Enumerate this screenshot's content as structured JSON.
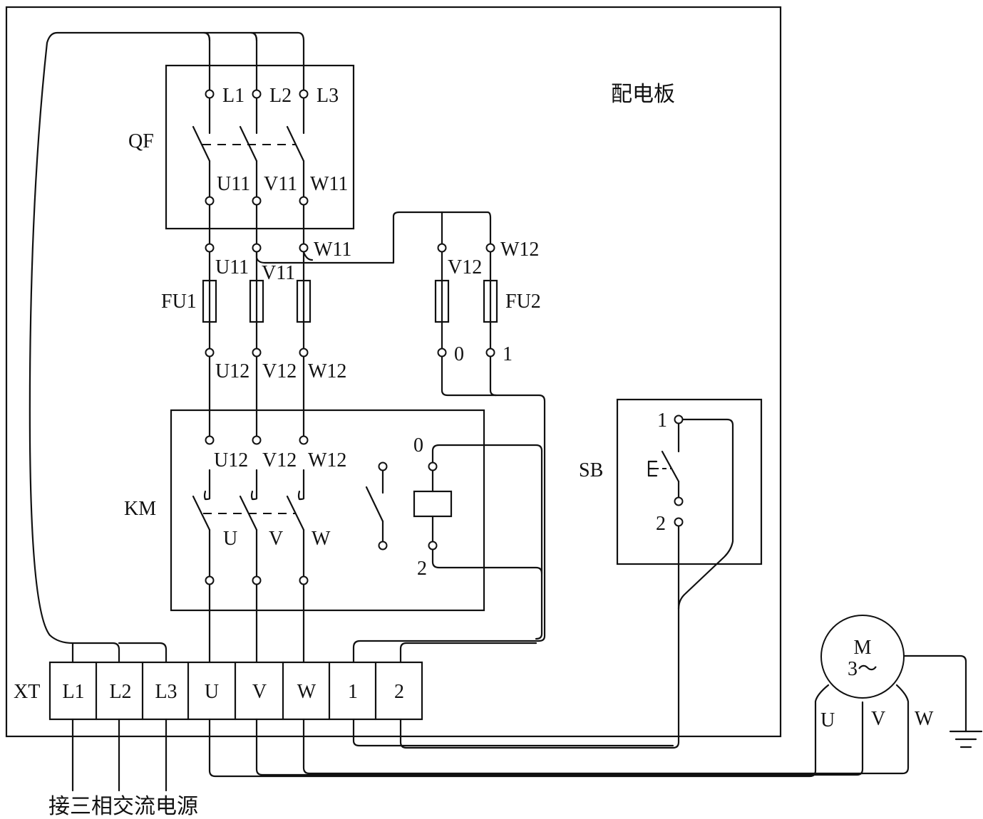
{
  "panel_title": "配电板",
  "components": {
    "qf": "QF",
    "fu1": "FU1",
    "fu2": "FU2",
    "km": "KM",
    "sb": "SB",
    "xt": "XT",
    "motor_symbol": "M",
    "motor_phase": "3～"
  },
  "qf_terms_top": [
    "L1",
    "L2",
    "L3"
  ],
  "qf_terms_bottom": [
    "U11",
    "V11",
    "W11"
  ],
  "fu1_terms_top": [
    "U11",
    "V11",
    "W11"
  ],
  "fu1_terms_bottom": [
    "U12",
    "V12",
    "W12"
  ],
  "fu2_terms_top": [
    "V12",
    "W12"
  ],
  "fu2_terms_bottom": [
    "0",
    "1"
  ],
  "km_terms_top": [
    "U12",
    "V12",
    "W12"
  ],
  "km_terms_bottom": [
    "U",
    "V",
    "W"
  ],
  "km_coil_terms": [
    "0",
    "2"
  ],
  "sb_terms": [
    "1",
    "2"
  ],
  "xt_terminals": [
    "L1",
    "L2",
    "L3",
    "U",
    "V",
    "W",
    "1",
    "2"
  ],
  "motor_terms": [
    "U",
    "V",
    "W"
  ],
  "supply_label": "接三相交流电源"
}
